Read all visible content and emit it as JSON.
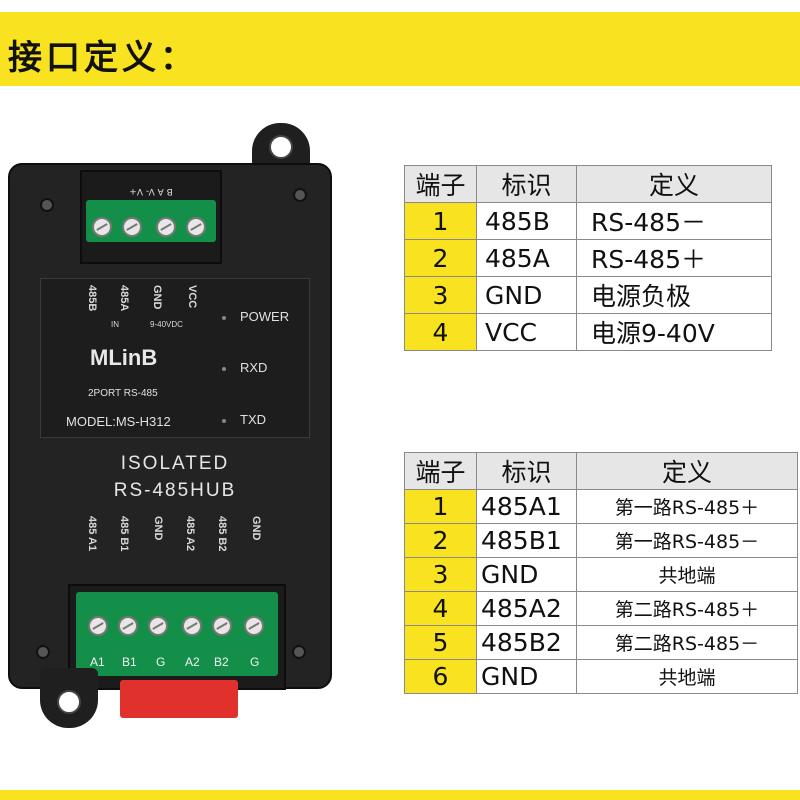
{
  "banner": {
    "title": "接口定义："
  },
  "device": {
    "top_terminal_labels": [
      "485B",
      "485A",
      "GND",
      "VCC"
    ],
    "top_terminal_sub": [
      "IN",
      "9-40VDC"
    ],
    "top_terminal_print": "B  A  V-  V+",
    "leds": [
      "POWER",
      "RXD",
      "TXD"
    ],
    "logo": "MLinB",
    "subtitle": "2PORT RS-485",
    "model": "MODEL:MS-H312",
    "isolated": "ISOLATED",
    "hub": "RS-485HUB",
    "port_labels": [
      "485 A1",
      "485 B1",
      "GND",
      "485 A2",
      "485 B2",
      "GND"
    ],
    "bottom_terminal_labels": [
      "A1",
      "B1",
      "G",
      "A2",
      "B2",
      "G"
    ]
  },
  "table1": {
    "headers": [
      "端子",
      "标识",
      "定义"
    ],
    "rows": [
      {
        "num": "1",
        "id": "485B",
        "def": "RS-485－"
      },
      {
        "num": "2",
        "id": "485A",
        "def": "RS-485＋"
      },
      {
        "num": "3",
        "id": "GND",
        "def": "电源负极"
      },
      {
        "num": "4",
        "id": "VCC",
        "def": "电源9-40V"
      }
    ]
  },
  "table2": {
    "headers": [
      "端子",
      "标识",
      "定义"
    ],
    "rows": [
      {
        "num": "1",
        "id": "485A1",
        "def": "第一路RS-485＋"
      },
      {
        "num": "2",
        "id": "485B1",
        "def": "第一路RS-485－"
      },
      {
        "num": "3",
        "id": "GND",
        "def": "共地端"
      },
      {
        "num": "4",
        "id": "485A2",
        "def": "第二路RS-485＋"
      },
      {
        "num": "5",
        "id": "485B2",
        "def": "第二路RS-485－"
      },
      {
        "num": "6",
        "id": "GND",
        "def": "共地端"
      }
    ]
  }
}
